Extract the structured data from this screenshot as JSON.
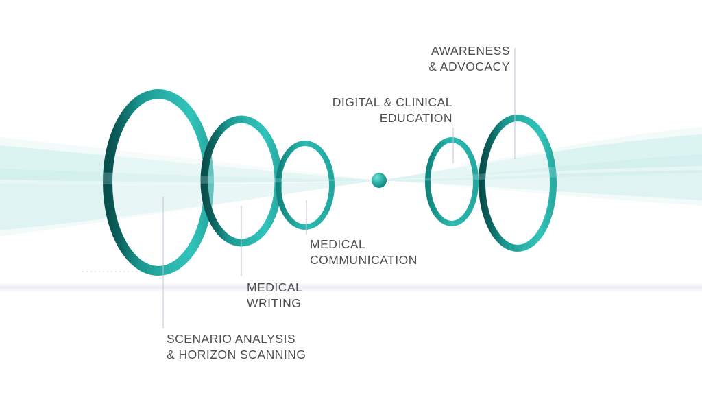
{
  "diagram": {
    "labels": {
      "scenario": {
        "line1": "SCENARIO ANALYSIS",
        "line2": "& HORIZON SCANNING"
      },
      "medical_writing": {
        "line1": "MEDICAL",
        "line2": "WRITING"
      },
      "medical_communication": {
        "line1": "MEDICAL",
        "line2": "COMMUNICATION"
      },
      "digital_education": {
        "line1": "DIGITAL & CLINICAL",
        "line2": "EDUCATION"
      },
      "awareness": {
        "line1": "AWARENESS",
        "line2": "& ADVOCACY"
      }
    },
    "colors": {
      "background": "#ffffff",
      "ring_bright": "#2cc0b6",
      "ring_mid": "#1a9a92",
      "ring_dark": "#0a5450",
      "sphere": "#179b92",
      "wave": "#bfe9e6",
      "label_text": "#4d4d4d",
      "leader_line": "#c2c2d4"
    }
  }
}
